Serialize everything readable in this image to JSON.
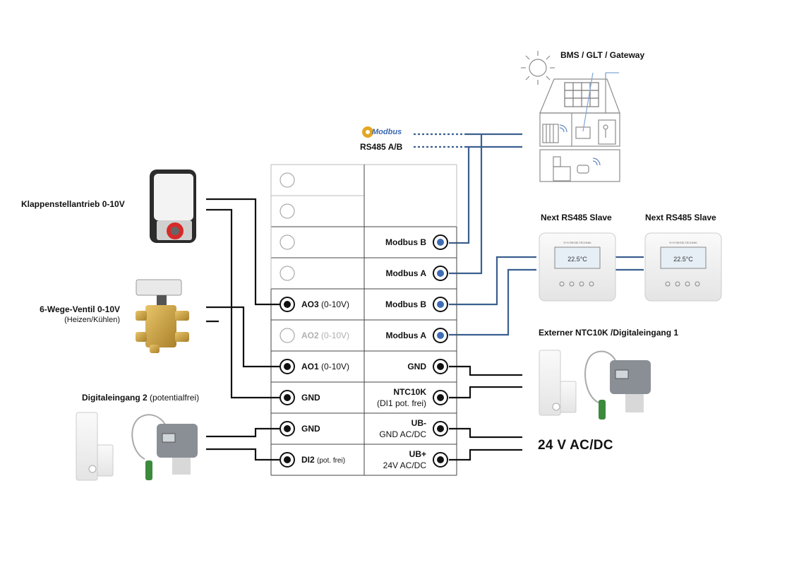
{
  "header": {
    "bms_label": "BMS / GLT / Gateway",
    "modbus_logo": "Modbus",
    "rs485_label": "RS485 A/B"
  },
  "left_devices": {
    "damper": "Klappenstellantrieb 0-10V",
    "valve": "6-Wege-Ventil 0-10V",
    "valve_sub": "(Heizen/Kühlen)",
    "di2_bold": "Digitaleingang 2",
    "di2_sub": "(potentialfrei)"
  },
  "right_devices": {
    "slave_1": "Next RS485 Slave",
    "slave_2": "Next RS485 Slave",
    "ntc": "Externer NTC10K /Digitaleingang 1",
    "power": "24 V AC/DC"
  },
  "terminal_left": [
    {
      "bold": "",
      "sub": ""
    },
    {
      "bold": "",
      "sub": ""
    },
    {
      "bold": "",
      "sub": ""
    },
    {
      "bold": "",
      "sub": ""
    },
    {
      "bold": "AO3",
      "sub": "(0-10V)"
    },
    {
      "bold": "AO2",
      "sub": "(0-10V)"
    },
    {
      "bold": "AO1",
      "sub": "(0-10V)"
    },
    {
      "bold": "GND",
      "sub": ""
    },
    {
      "bold": "GND",
      "sub": ""
    },
    {
      "bold": "DI2",
      "sub": "(pot. frei)"
    }
  ],
  "terminal_right": [
    {
      "line1": "Modbus B",
      "line2": ""
    },
    {
      "line1": "Modbus A",
      "line2": ""
    },
    {
      "line1": "Modbus B",
      "line2": ""
    },
    {
      "line1": "Modbus A",
      "line2": ""
    },
    {
      "line1": "GND",
      "line2": ""
    },
    {
      "line1": "NTC10K",
      "line2": "(DI1 pot. frei)"
    },
    {
      "line1": "UB-",
      "line2": "GND AC/DC"
    },
    {
      "line1": "UB+",
      "line2": "24V AC/DC"
    }
  ],
  "thermostat_display": {
    "brand": "S+S REGELTECHNIK",
    "reading": "22.5°C"
  },
  "colors": {
    "wire_black": "#111111",
    "wire_blue": "#3a5f8f",
    "terminal_blue": "#3f6db5",
    "grid_line": "#444444",
    "disabled_text": "#b0b0b0",
    "icon_grey": "#9a9a9a"
  }
}
